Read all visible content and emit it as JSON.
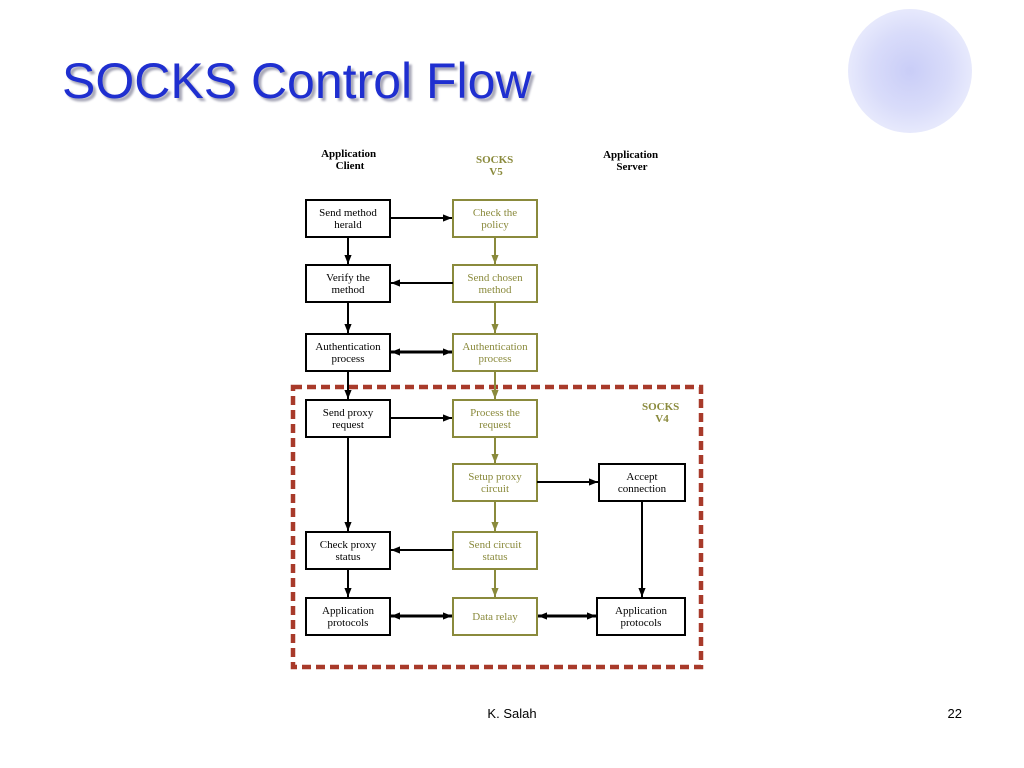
{
  "slide": {
    "title": "SOCKS Control Flow",
    "footer_author": "K. Salah",
    "page_number": "22"
  },
  "diagram": {
    "columns": {
      "client": [
        "Application",
        "Client"
      ],
      "socks5": [
        "SOCKS",
        "V5"
      ],
      "server": [
        "Application",
        "Server"
      ]
    },
    "socks4_label": [
      "SOCKS",
      "V4"
    ],
    "boxes": {
      "send_method_herald": [
        "Send method",
        "herald"
      ],
      "check_policy": [
        "Check the",
        "policy"
      ],
      "verify_method": [
        "Verify the",
        "method"
      ],
      "send_chosen_method": [
        "Send chosen",
        "method"
      ],
      "auth_client": [
        "Authentication",
        "process"
      ],
      "auth_socks": [
        "Authentication",
        "process"
      ],
      "send_proxy_request": [
        "Send proxy",
        "request"
      ],
      "process_request": [
        "Process the",
        "request"
      ],
      "setup_proxy_circuit": [
        "Setup proxy",
        "circuit"
      ],
      "accept_connection": [
        "Accept",
        "connection"
      ],
      "check_proxy_status": [
        "Check proxy",
        "status"
      ],
      "send_circuit_status": [
        "Send circuit",
        "status"
      ],
      "app_protocols_client": [
        "Application",
        "protocols"
      ],
      "data_relay": [
        "Data relay"
      ],
      "app_protocols_server": [
        "Application",
        "protocols"
      ]
    }
  },
  "colors": {
    "title": "#1f2fd0",
    "socks_olive": "#8a8a3c",
    "dashed_border": "#a83a2a",
    "black": "#000000"
  }
}
